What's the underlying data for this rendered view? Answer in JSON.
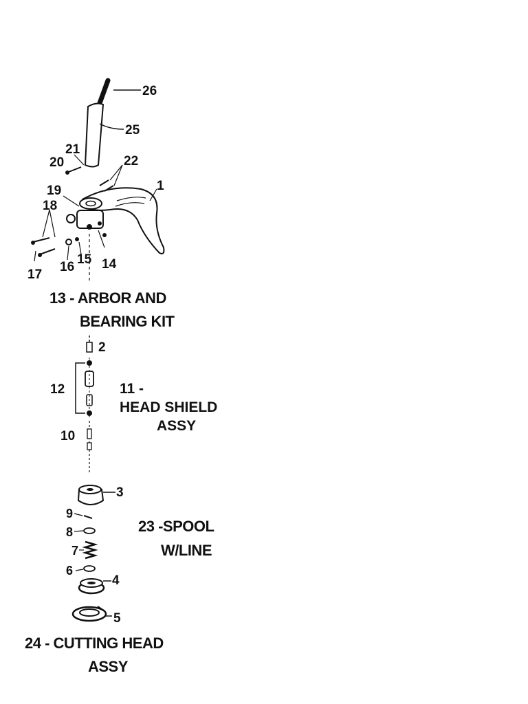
{
  "part_numbers": {
    "p1": "1",
    "p2": "2",
    "p3": "3",
    "p4": "4",
    "p5": "5",
    "p6": "6",
    "p7": "7",
    "p8": "8",
    "p9": "9",
    "p10": "10",
    "p12": "12",
    "p14": "14",
    "p15": "15",
    "p16": "16",
    "p17": "17",
    "p18": "18",
    "p19": "19",
    "p20": "20",
    "p21": "21",
    "p22": "22",
    "p25": "25",
    "p26": "26"
  },
  "captions": {
    "arbor_line1": "13 - ARBOR AND",
    "arbor_line2": "BEARING KIT",
    "head_shield_line1": "11 -",
    "head_shield_line2": "HEAD SHIELD",
    "head_shield_line3": "ASSY",
    "spool_line1": "23 -SPOOL",
    "spool_line2": "W/LINE",
    "cutting_head_line1": "24 - CUTTING HEAD",
    "cutting_head_line2": "ASSY"
  }
}
